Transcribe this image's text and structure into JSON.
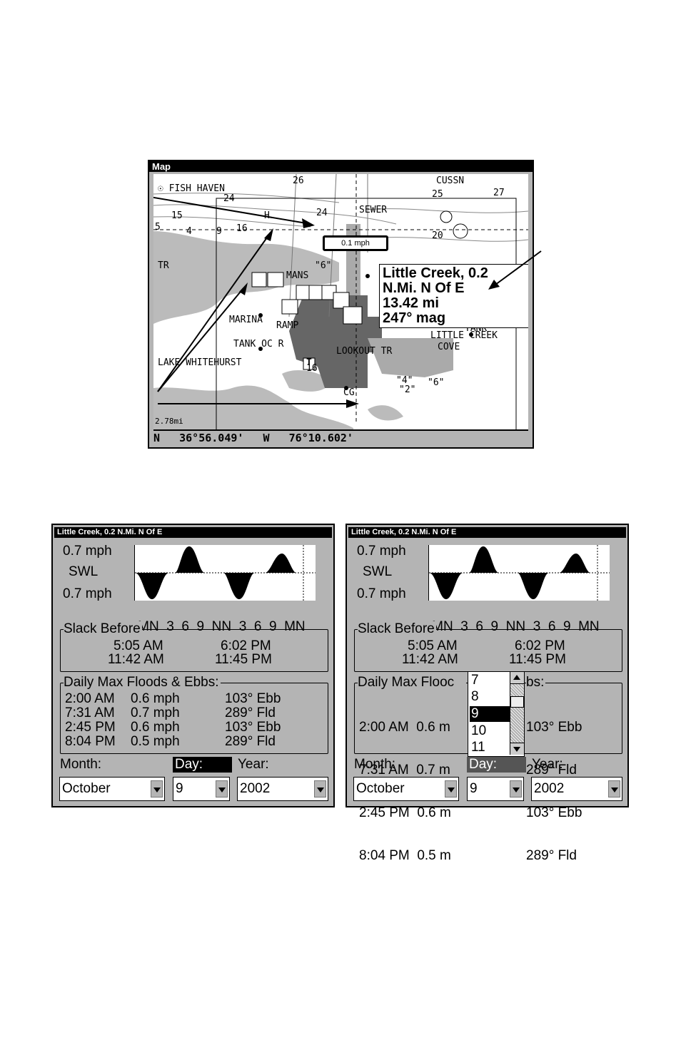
{
  "map": {
    "title": "Map",
    "status": {
      "lat": "N   36°56.049'",
      "lon": "W   76°10.602'"
    },
    "scale": "2.78mi",
    "speed_tag": "0.1 mph",
    "popup": [
      "Little Creek, 0.2",
      "N.Mi. N Of E",
      "13.42 mi",
      "247° mag"
    ],
    "labels": {
      "fish_haven": "FISH HAVEN",
      "sewer": "SEWER",
      "marina": "MARINA",
      "ramp": "RAMP",
      "mans": "MANS",
      "tank_ocr": "TANK OC R",
      "lake": "LAKE WHITEHURST",
      "lookout": "LOOKOUT TR",
      "little_creek": "LITTLE CREEK",
      "cove": "COVE",
      "tank": "TANK",
      "cg": "CG",
      "tr": "TR",
      "cuss": "CUSSN",
      "d24": "24",
      "d25": "25",
      "d27": "27",
      "d26": "26",
      "d15": "15",
      "d16": "16",
      "d4": "4",
      "d9": "9",
      "d20": "20",
      "d6": "\"6\"",
      "b4": "\"4\"",
      "b2": "\"2\"",
      "b6": "\"6\"",
      "t": "T",
      "h": "H",
      "d5": "5"
    }
  },
  "tide_panels": [
    {
      "title": "Little Creek, 0.2 N.Mi. N Of E",
      "ytop": "0.7 mph",
      "ymid": "SWL",
      "ybot": "0.7 mph",
      "ticks": [
        "MN",
        "3",
        "6",
        "9",
        "NN",
        "3",
        "6",
        "9",
        "MN"
      ],
      "slack_title": "Slack Before",
      "slack": [
        "5:05 AM",
        "6:02 PM",
        "11:42 AM",
        "11:45 PM"
      ],
      "floods_title": "Daily Max Floods & Ebbs:",
      "floods": [
        {
          "time": "2:00 AM",
          "speed": "0.6 mph",
          "dir": "103° Ebb"
        },
        {
          "time": "7:31 AM",
          "speed": "0.7 mph",
          "dir": "289° Fld"
        },
        {
          "time": "2:45 PM",
          "speed": "0.6 mph",
          "dir": "103° Ebb"
        },
        {
          "time": "8:04 PM",
          "speed": "0.5 mph",
          "dir": "289° Fld"
        }
      ],
      "month_label": "Month:",
      "day_label": "Day:",
      "year_label": "Year:",
      "month": "October",
      "day": "9",
      "year": "2002"
    },
    {
      "title": "Little Creek, 0.2 N.Mi. N Of E",
      "ytop": "0.7 mph",
      "ymid": "SWL",
      "ybot": "0.7 mph",
      "ticks": [
        "MN",
        "3",
        "6",
        "9",
        "NN",
        "3",
        "6",
        "9",
        "MN"
      ],
      "slack_title": "Slack Before",
      "slack": [
        "5:05 AM",
        "6:02 PM",
        "11:42 AM",
        "11:45 PM"
      ],
      "floods_title_a": "Daily Max Flooc",
      "floods_title_b": "bs:",
      "floods_partial": [
        {
          "left": "2:00 AM  0.6 m",
          "right": "103° Ebb"
        },
        {
          "left": "7:31 AM  0.7 m",
          "right": "289° Fld"
        },
        {
          "left": "2:45 PM  0.6 m",
          "right": "103° Ebb"
        },
        {
          "left": "8:04 PM  0.5 m",
          "right": "289° Fld"
        }
      ],
      "day_options": [
        "7",
        "8",
        "9",
        "10",
        "11"
      ],
      "month_label": "Month:",
      "day_label": "Day:",
      "year_label": "Year:",
      "month": "October",
      "day": "9",
      "year": "2002"
    }
  ]
}
